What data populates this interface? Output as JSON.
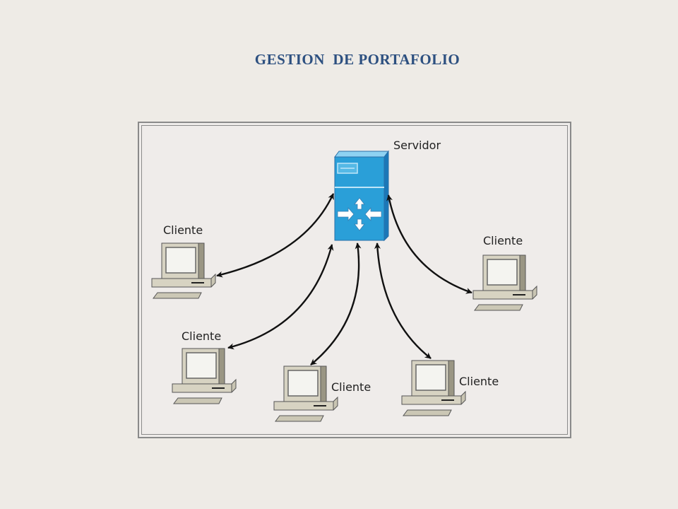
{
  "title": "GESTION  DE PORTAFOLIO",
  "diagram": {
    "server": {
      "label": "Servidor",
      "icon": "router-switch-icon",
      "color": "#2a9fd8"
    },
    "clients": [
      {
        "label": "Cliente",
        "icon": "desktop-computer-icon"
      },
      {
        "label": "Cliente",
        "icon": "desktop-computer-icon"
      },
      {
        "label": "Cliente",
        "icon": "desktop-computer-icon"
      },
      {
        "label": "Cliente",
        "icon": "desktop-computer-icon"
      },
      {
        "label": "Cliente",
        "icon": "desktop-computer-icon"
      }
    ]
  }
}
